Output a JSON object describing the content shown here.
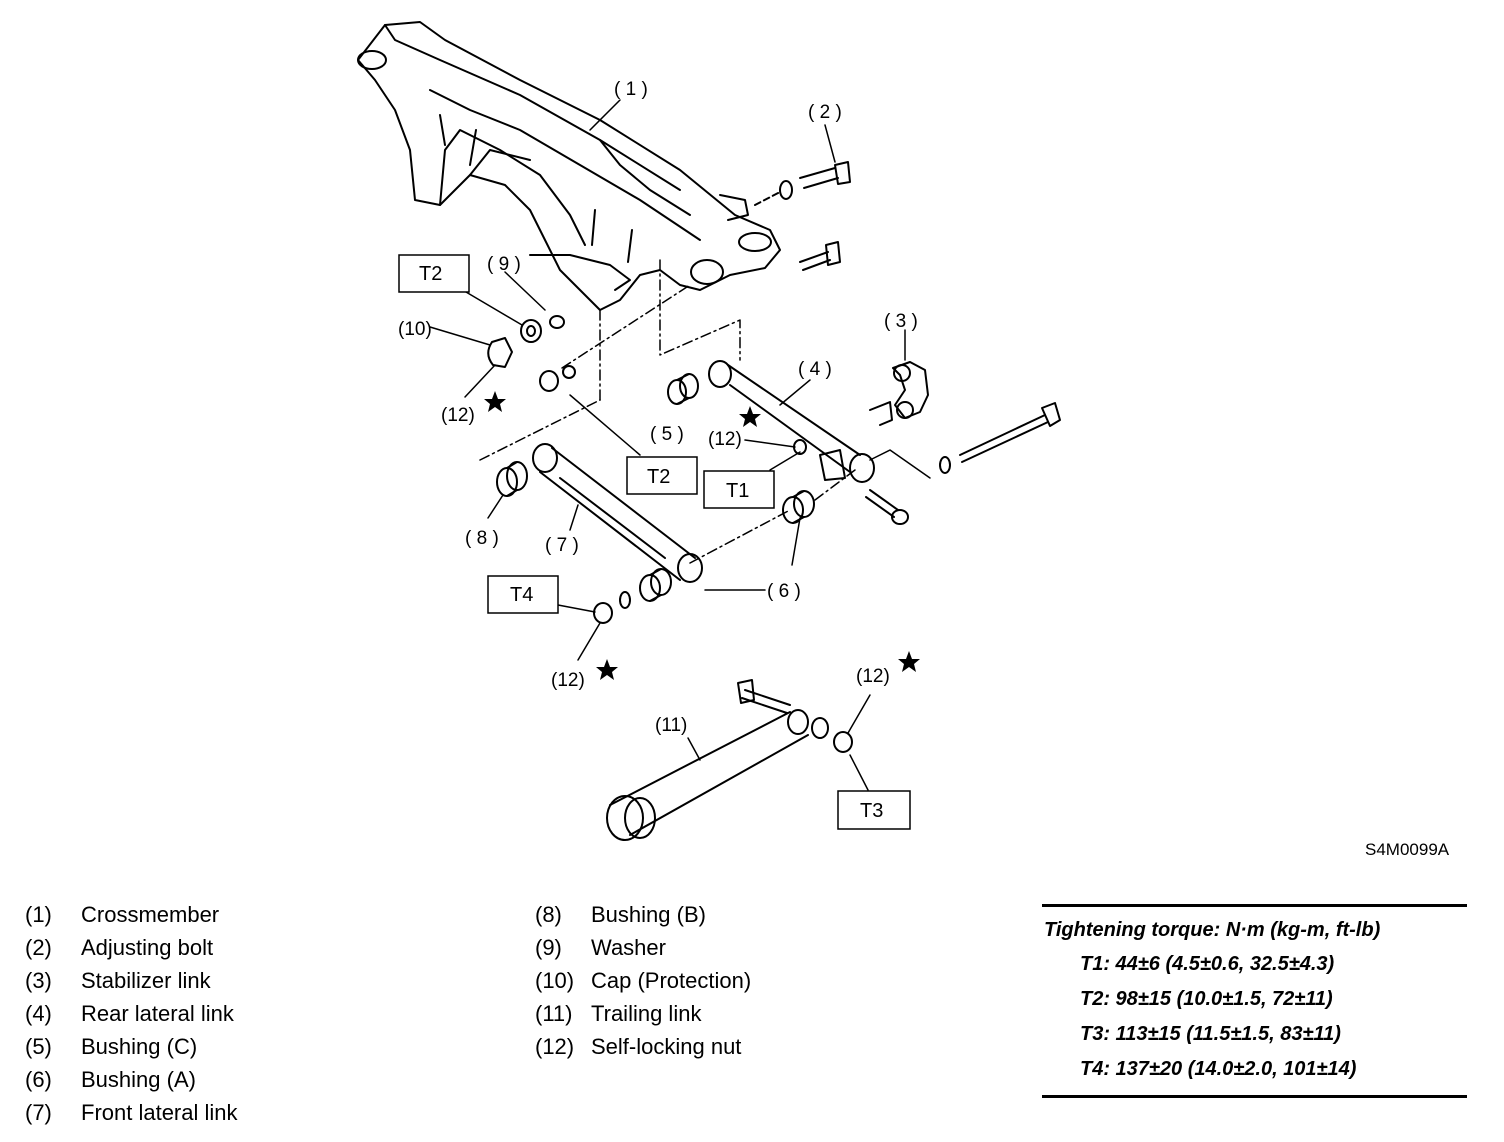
{
  "figure_id": "S4M0099A",
  "callouts": {
    "c1": "( 1 )",
    "c2": "( 2 )",
    "c3": "( 3 )",
    "c4": "( 4 )",
    "c5": "( 5 )",
    "c6": "( 6 )",
    "c7": "( 7 )",
    "c8": "( 8 )",
    "c9": "( 9 )",
    "c10": "(10)",
    "c11": "(11)",
    "c12": "(12)"
  },
  "torque_tags": {
    "t1": "T1",
    "t2": "T2",
    "t3": "T3",
    "t4": "T4"
  },
  "legend_left": [
    {
      "num": "(1)",
      "name": "Crossmember"
    },
    {
      "num": "(2)",
      "name": "Adjusting bolt"
    },
    {
      "num": "(3)",
      "name": "Stabilizer link"
    },
    {
      "num": "(4)",
      "name": "Rear lateral link"
    },
    {
      "num": "(5)",
      "name": "Bushing (C)"
    },
    {
      "num": "(6)",
      "name": "Bushing (A)"
    },
    {
      "num": "(7)",
      "name": "Front lateral link"
    }
  ],
  "legend_mid": [
    {
      "num": "(8)",
      "name": "Bushing (B)"
    },
    {
      "num": "(9)",
      "name": "Washer"
    },
    {
      "num": "(10)",
      "name": "Cap (Protection)"
    },
    {
      "num": "(11)",
      "name": "Trailing link"
    },
    {
      "num": "(12)",
      "name": "Self-locking nut"
    }
  ],
  "torque": {
    "title": "Tightening torque: N·m (kg-m, ft-lb)",
    "specs": [
      "T1: 44±6 (4.5±0.6, 32.5±4.3)",
      "T2: 98±15 (10.0±1.5, 72±11)",
      "T3: 113±15 (11.5±1.5, 83±11)",
      "T4: 137±20 (14.0±2.0, 101±14)"
    ]
  }
}
